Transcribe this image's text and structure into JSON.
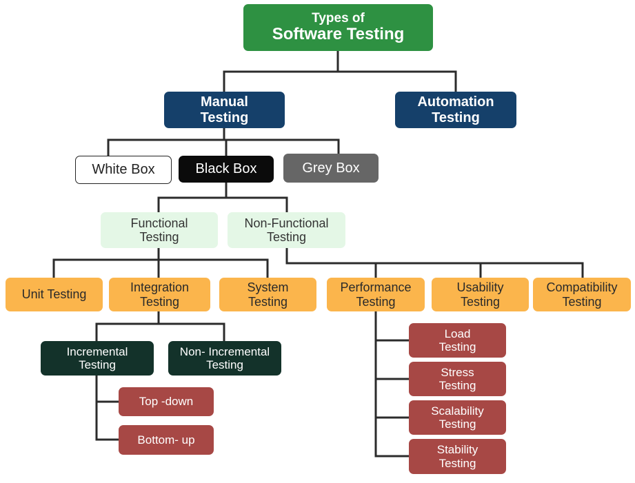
{
  "root": {
    "line1": "Types of",
    "line2": "Software Testing"
  },
  "manual": {
    "line1": "Manual",
    "line2": "Testing"
  },
  "automation": {
    "line1": "Automation",
    "line2": "Testing"
  },
  "white_box": "White Box",
  "black_box": "Black Box",
  "grey_box": "Grey Box",
  "functional": {
    "line1": "Functional",
    "line2": "Testing"
  },
  "non_functional": {
    "line1": "Non-Functional",
    "line2": "Testing"
  },
  "unit": "Unit Testing",
  "integration": {
    "line1": "Integration",
    "line2": "Testing"
  },
  "system": {
    "line1": "System",
    "line2": "Testing"
  },
  "performance": {
    "line1": "Performance",
    "line2": "Testing"
  },
  "usability": {
    "line1": "Usability",
    "line2": "Testing"
  },
  "compatibility": {
    "line1": "Compatibility",
    "line2": "Testing"
  },
  "incremental": {
    "line1": "Incremental",
    "line2": "Testing"
  },
  "non_incremental": {
    "line1": "Non- Incremental",
    "line2": "Testing"
  },
  "top_down": "Top -down",
  "bottom_up": "Bottom- up",
  "load": {
    "line1": "Load",
    "line2": "Testing"
  },
  "stress": {
    "line1": "Stress",
    "line2": "Testing"
  },
  "scalability": {
    "line1": "Scalability",
    "line2": "Testing"
  },
  "stability": {
    "line1": "Stability",
    "line2": "Testing"
  },
  "colors": {
    "root": "#2e9142",
    "navy": "#15406a",
    "mint": "#e4f7e6",
    "orange": "#fbb54c",
    "dark_green": "#13322a",
    "red": "#a74845",
    "grey": "#666666",
    "black": "#0b0b0b"
  }
}
